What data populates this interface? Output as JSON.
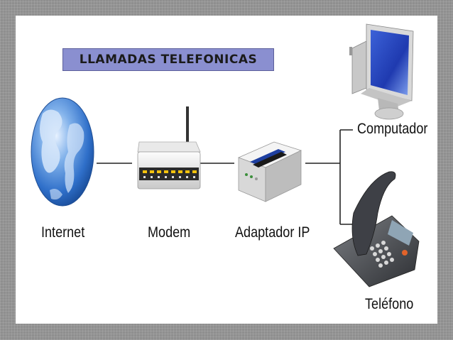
{
  "title": "LLAMADAS TELEFONICAS",
  "nodes": {
    "internet": {
      "label": "Internet",
      "icon": "globe-icon"
    },
    "modem": {
      "label": "Modem",
      "icon": "router-icon"
    },
    "adapter": {
      "label": "Adaptador IP",
      "icon": "voip-adapter-icon"
    },
    "computer": {
      "label": "Computador",
      "icon": "computer-monitor-icon"
    },
    "phone": {
      "label": "Teléfono",
      "icon": "telephone-icon"
    }
  },
  "colors": {
    "title_bg": "#8a8fd0",
    "globe": "#2f6fc9",
    "line": "#222222"
  }
}
